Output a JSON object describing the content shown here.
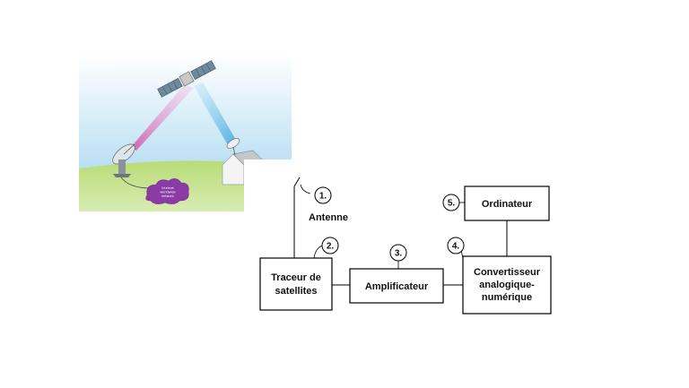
{
  "illustration": {
    "cloud_label_lines": [
      "Internet",
      "worldwide",
      "network"
    ]
  },
  "diagram": {
    "antenna": {
      "number": "1.",
      "label": "Antenne"
    },
    "tracker": {
      "number": "2.",
      "label_lines": [
        "Traceur de",
        "satellites"
      ]
    },
    "amplifier": {
      "number": "3.",
      "label": "Amplificateur"
    },
    "converter": {
      "number": "4.",
      "label_lines": [
        "Convertisseur",
        "analogique-",
        "numérique"
      ]
    },
    "computer": {
      "number": "5.",
      "label": "Ordinateur"
    }
  }
}
